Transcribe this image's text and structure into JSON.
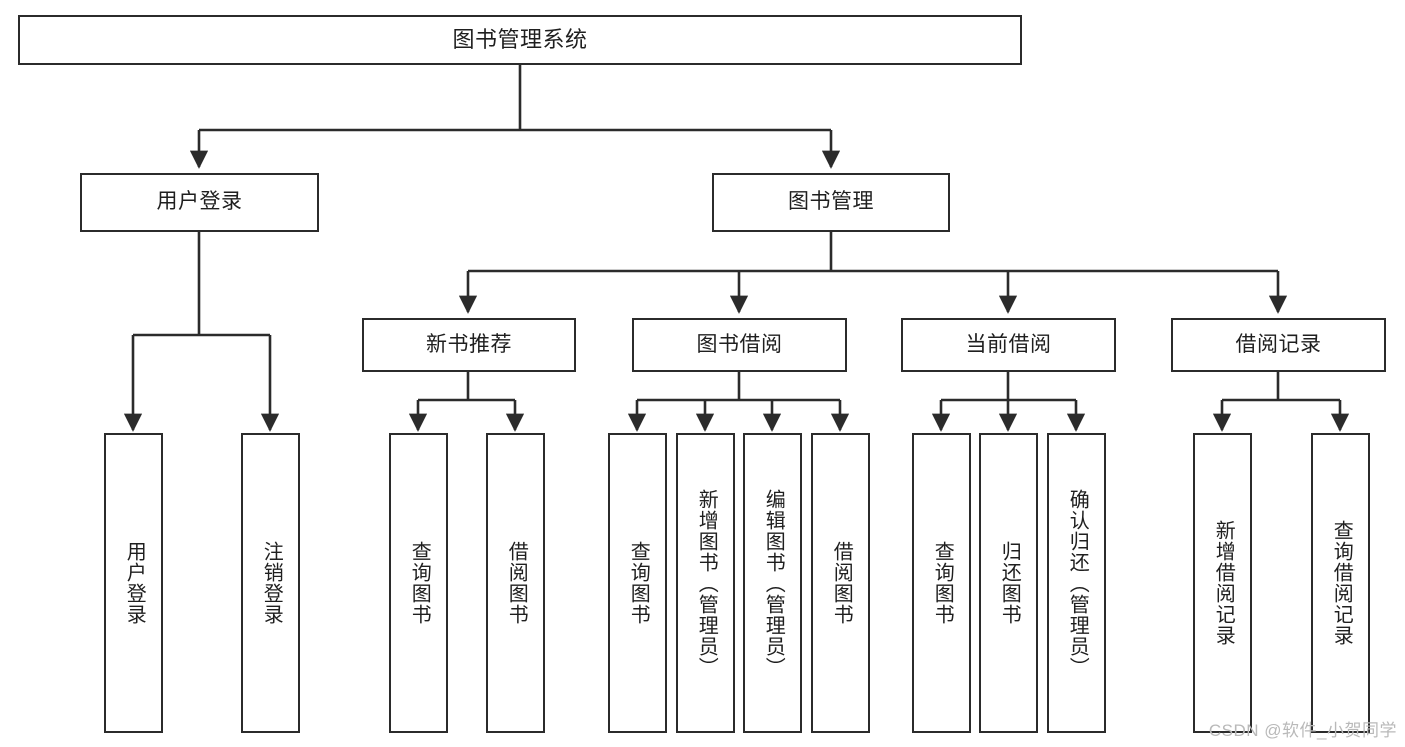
{
  "diagram": {
    "title": "图书管理系统",
    "type": "hierarchy-tree",
    "watermark": "CSDN @软件_小贺同学",
    "colors": {
      "background": "#ffffff",
      "box_border": "#2b2b2b",
      "box_fill": "#ffffff",
      "edge": "#2b2b2b",
      "text": "#1f1f1f",
      "watermark": "#b9b9b9"
    },
    "nodes": {
      "root": {
        "label": "图书管理系统"
      },
      "level1": [
        {
          "id": "user-login",
          "label": "用户登录"
        },
        {
          "id": "book-manage",
          "label": "图书管理"
        }
      ],
      "level2": [
        {
          "id": "new-book-recommend",
          "label": "新书推荐"
        },
        {
          "id": "book-borrow",
          "label": "图书借阅"
        },
        {
          "id": "current-borrow",
          "label": "当前借阅"
        },
        {
          "id": "borrow-record",
          "label": "借阅记录"
        }
      ],
      "leaves": {
        "user_login": [
          {
            "id": "leaf-user-login",
            "label": "用户登录"
          },
          {
            "id": "leaf-logout-login",
            "label": "注销登录"
          }
        ],
        "new_book_recommend": [
          {
            "id": "leaf-query-book-1",
            "label": "查询图书"
          },
          {
            "id": "leaf-borrow-book-1",
            "label": "借阅图书"
          }
        ],
        "book_borrow": [
          {
            "id": "leaf-query-book-2",
            "label": "查询图书"
          },
          {
            "id": "leaf-add-book-admin",
            "label": "新增图书（管理员）"
          },
          {
            "id": "leaf-edit-book-admin",
            "label": "编辑图书（管理员）"
          },
          {
            "id": "leaf-borrow-book-2",
            "label": "借阅图书"
          }
        ],
        "current_borrow": [
          {
            "id": "leaf-query-book-3",
            "label": "查询图书"
          },
          {
            "id": "leaf-return-book",
            "label": "归还图书"
          },
          {
            "id": "leaf-confirm-return-admin",
            "label": "确认归还（管理员）"
          }
        ],
        "borrow_record": [
          {
            "id": "leaf-add-borrow-record",
            "label": "新增借阅记录"
          },
          {
            "id": "leaf-query-borrow-record",
            "label": "查询借阅记录"
          }
        ]
      }
    }
  }
}
